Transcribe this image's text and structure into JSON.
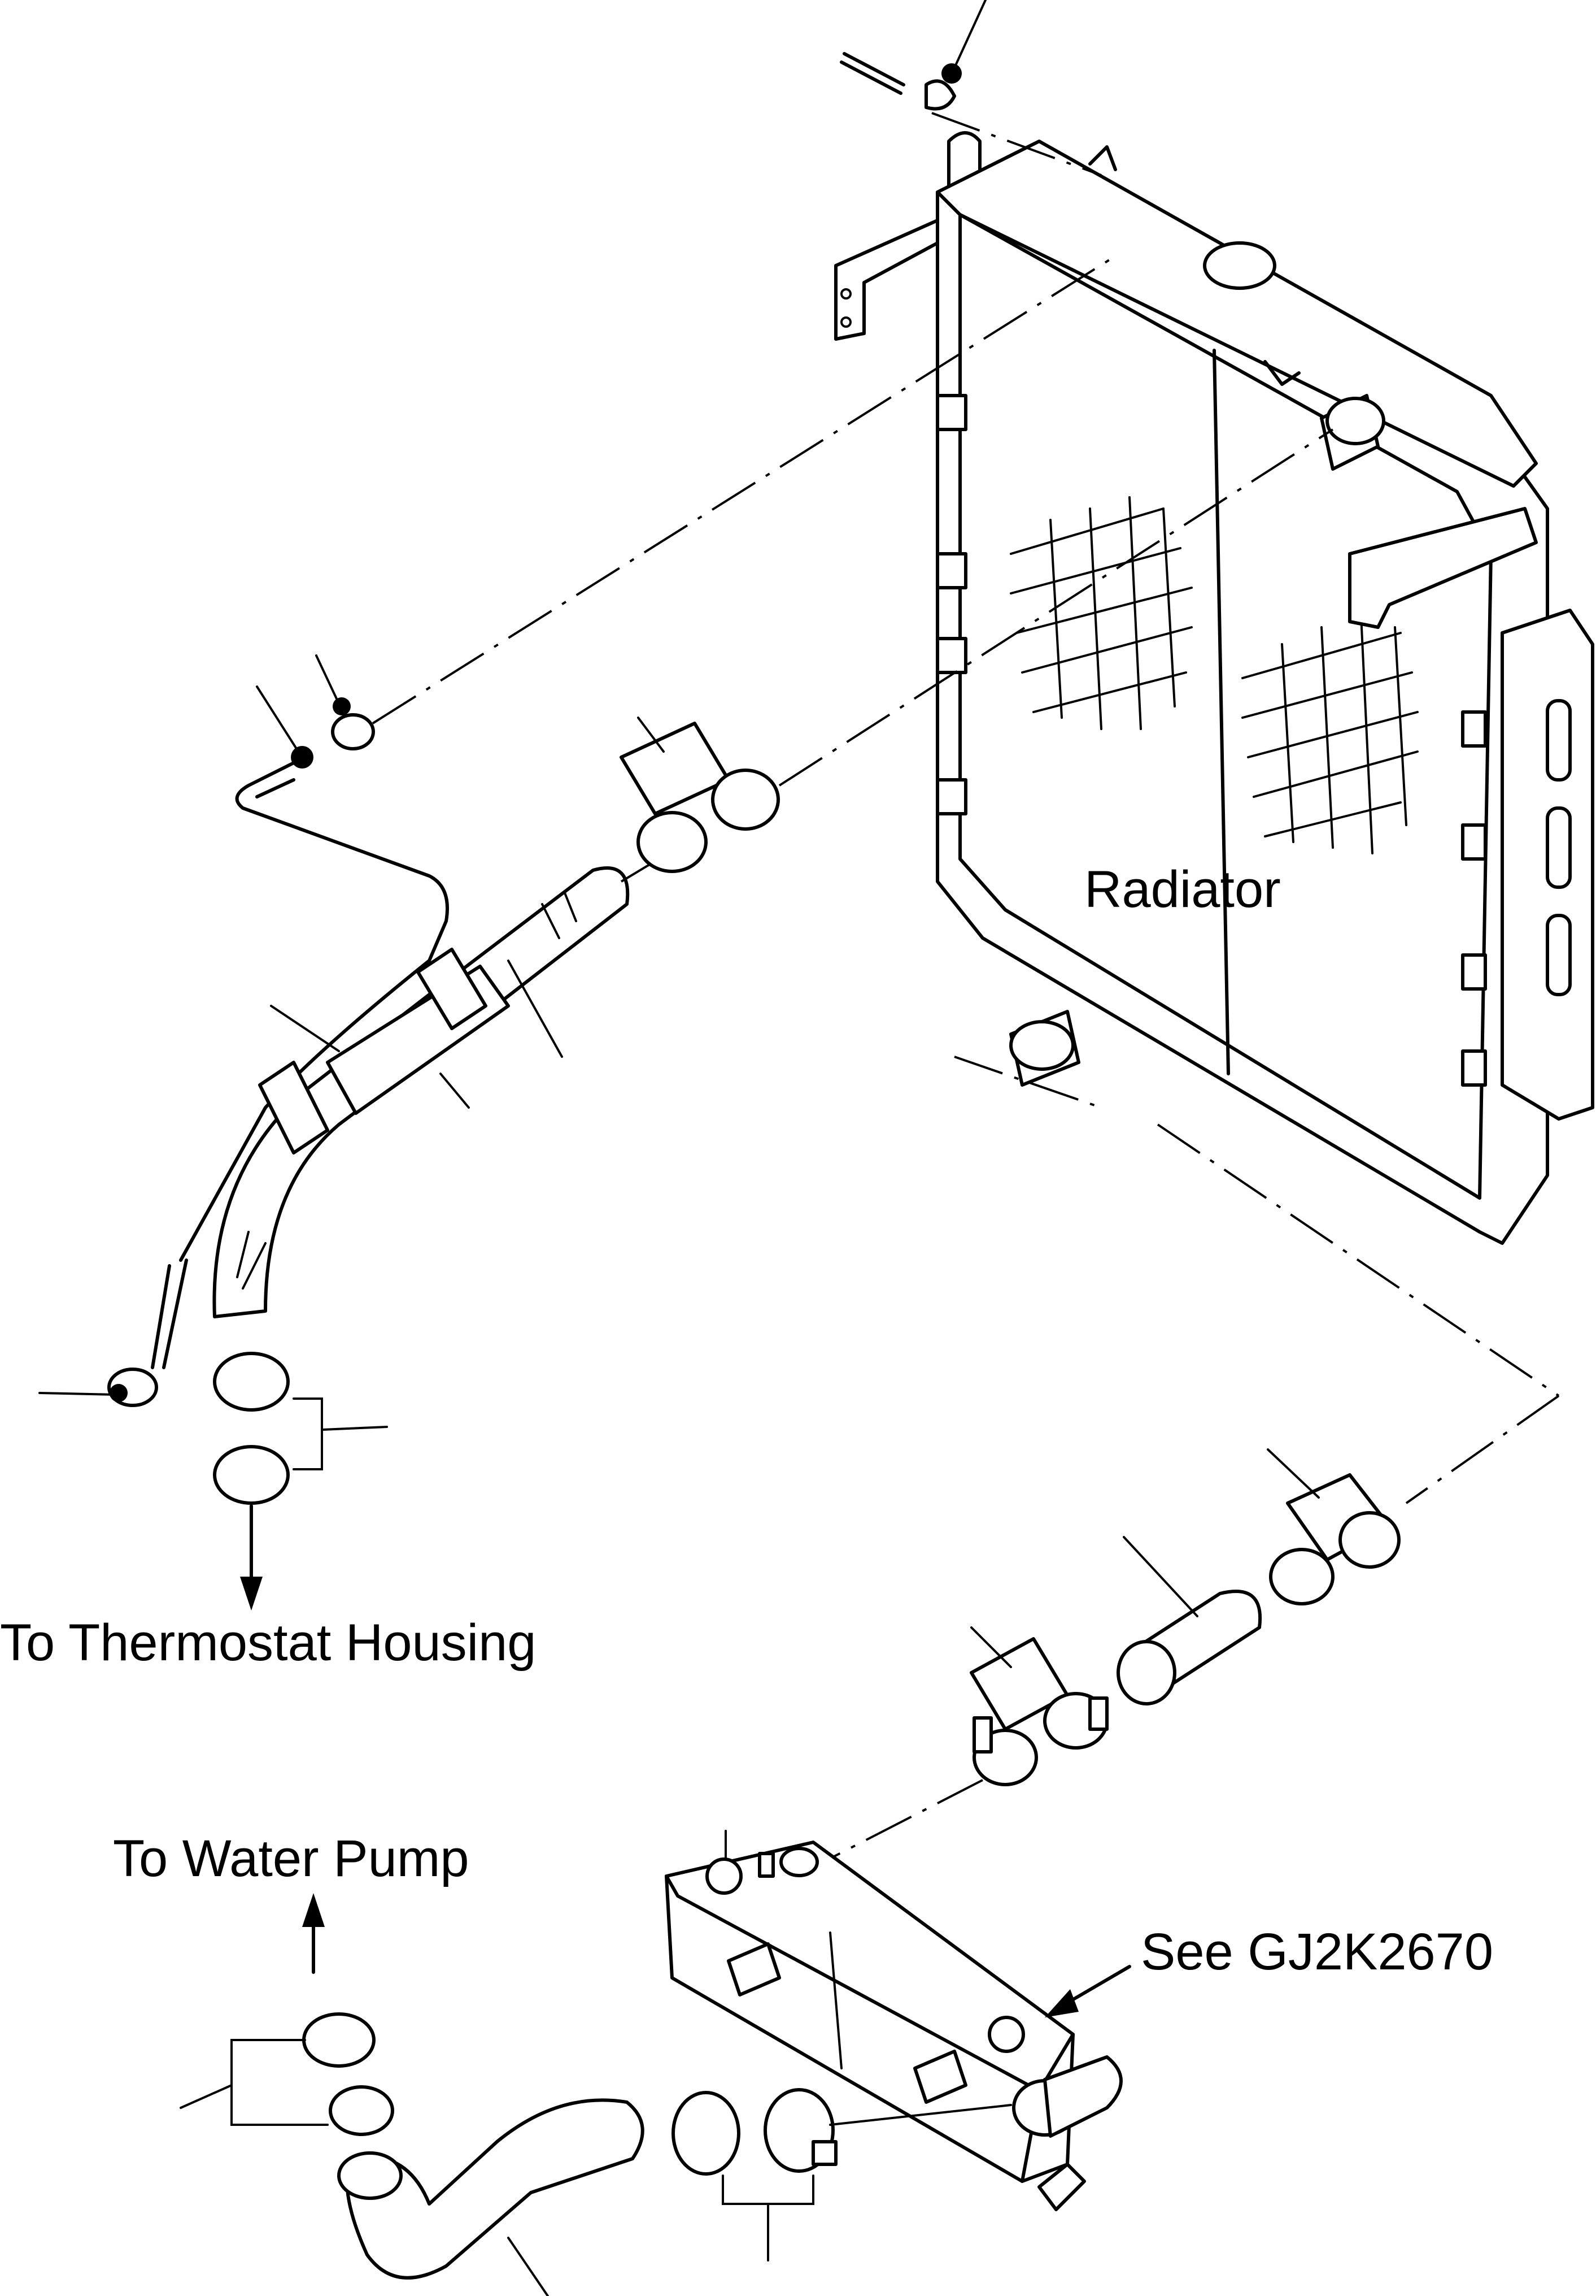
{
  "labels": {
    "radiator": "Radiator",
    "to_thermostat_housing": "To Thermostat Housing",
    "to_water_pump": "To Water Pump",
    "see_reference": "See GJ2K2670"
  }
}
